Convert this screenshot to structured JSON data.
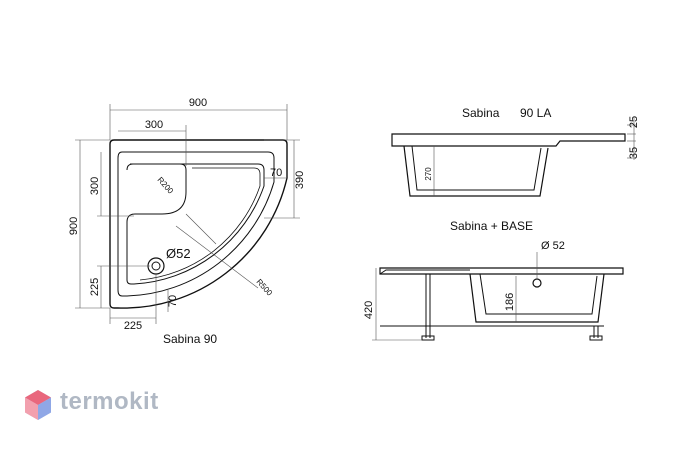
{
  "plan": {
    "dim_width": "900",
    "dim_height": "900",
    "dim_300_top": "300",
    "dim_300_left": "300",
    "dim_225_left": "225",
    "dim_225_bottom": "225",
    "dim_70_right": "70",
    "dim_390": "390",
    "dim_70_bottom": "70",
    "radius_small": "R200",
    "radius_large": "R500",
    "drain": "Ø52",
    "caption": "Sabina 90"
  },
  "side_view": {
    "title": "Sabina",
    "model": "90 LA",
    "dim_270": "270",
    "dim_25": "25",
    "dim_35": "35"
  },
  "base_view": {
    "title": "Sabina + BASE",
    "drain": "Ø 52",
    "dim_420": "420",
    "dim_186": "186"
  },
  "brand": {
    "name": "termokit",
    "logo_colors": [
      "#e9677d",
      "#8fa7e6",
      "#c9d3ee"
    ]
  }
}
